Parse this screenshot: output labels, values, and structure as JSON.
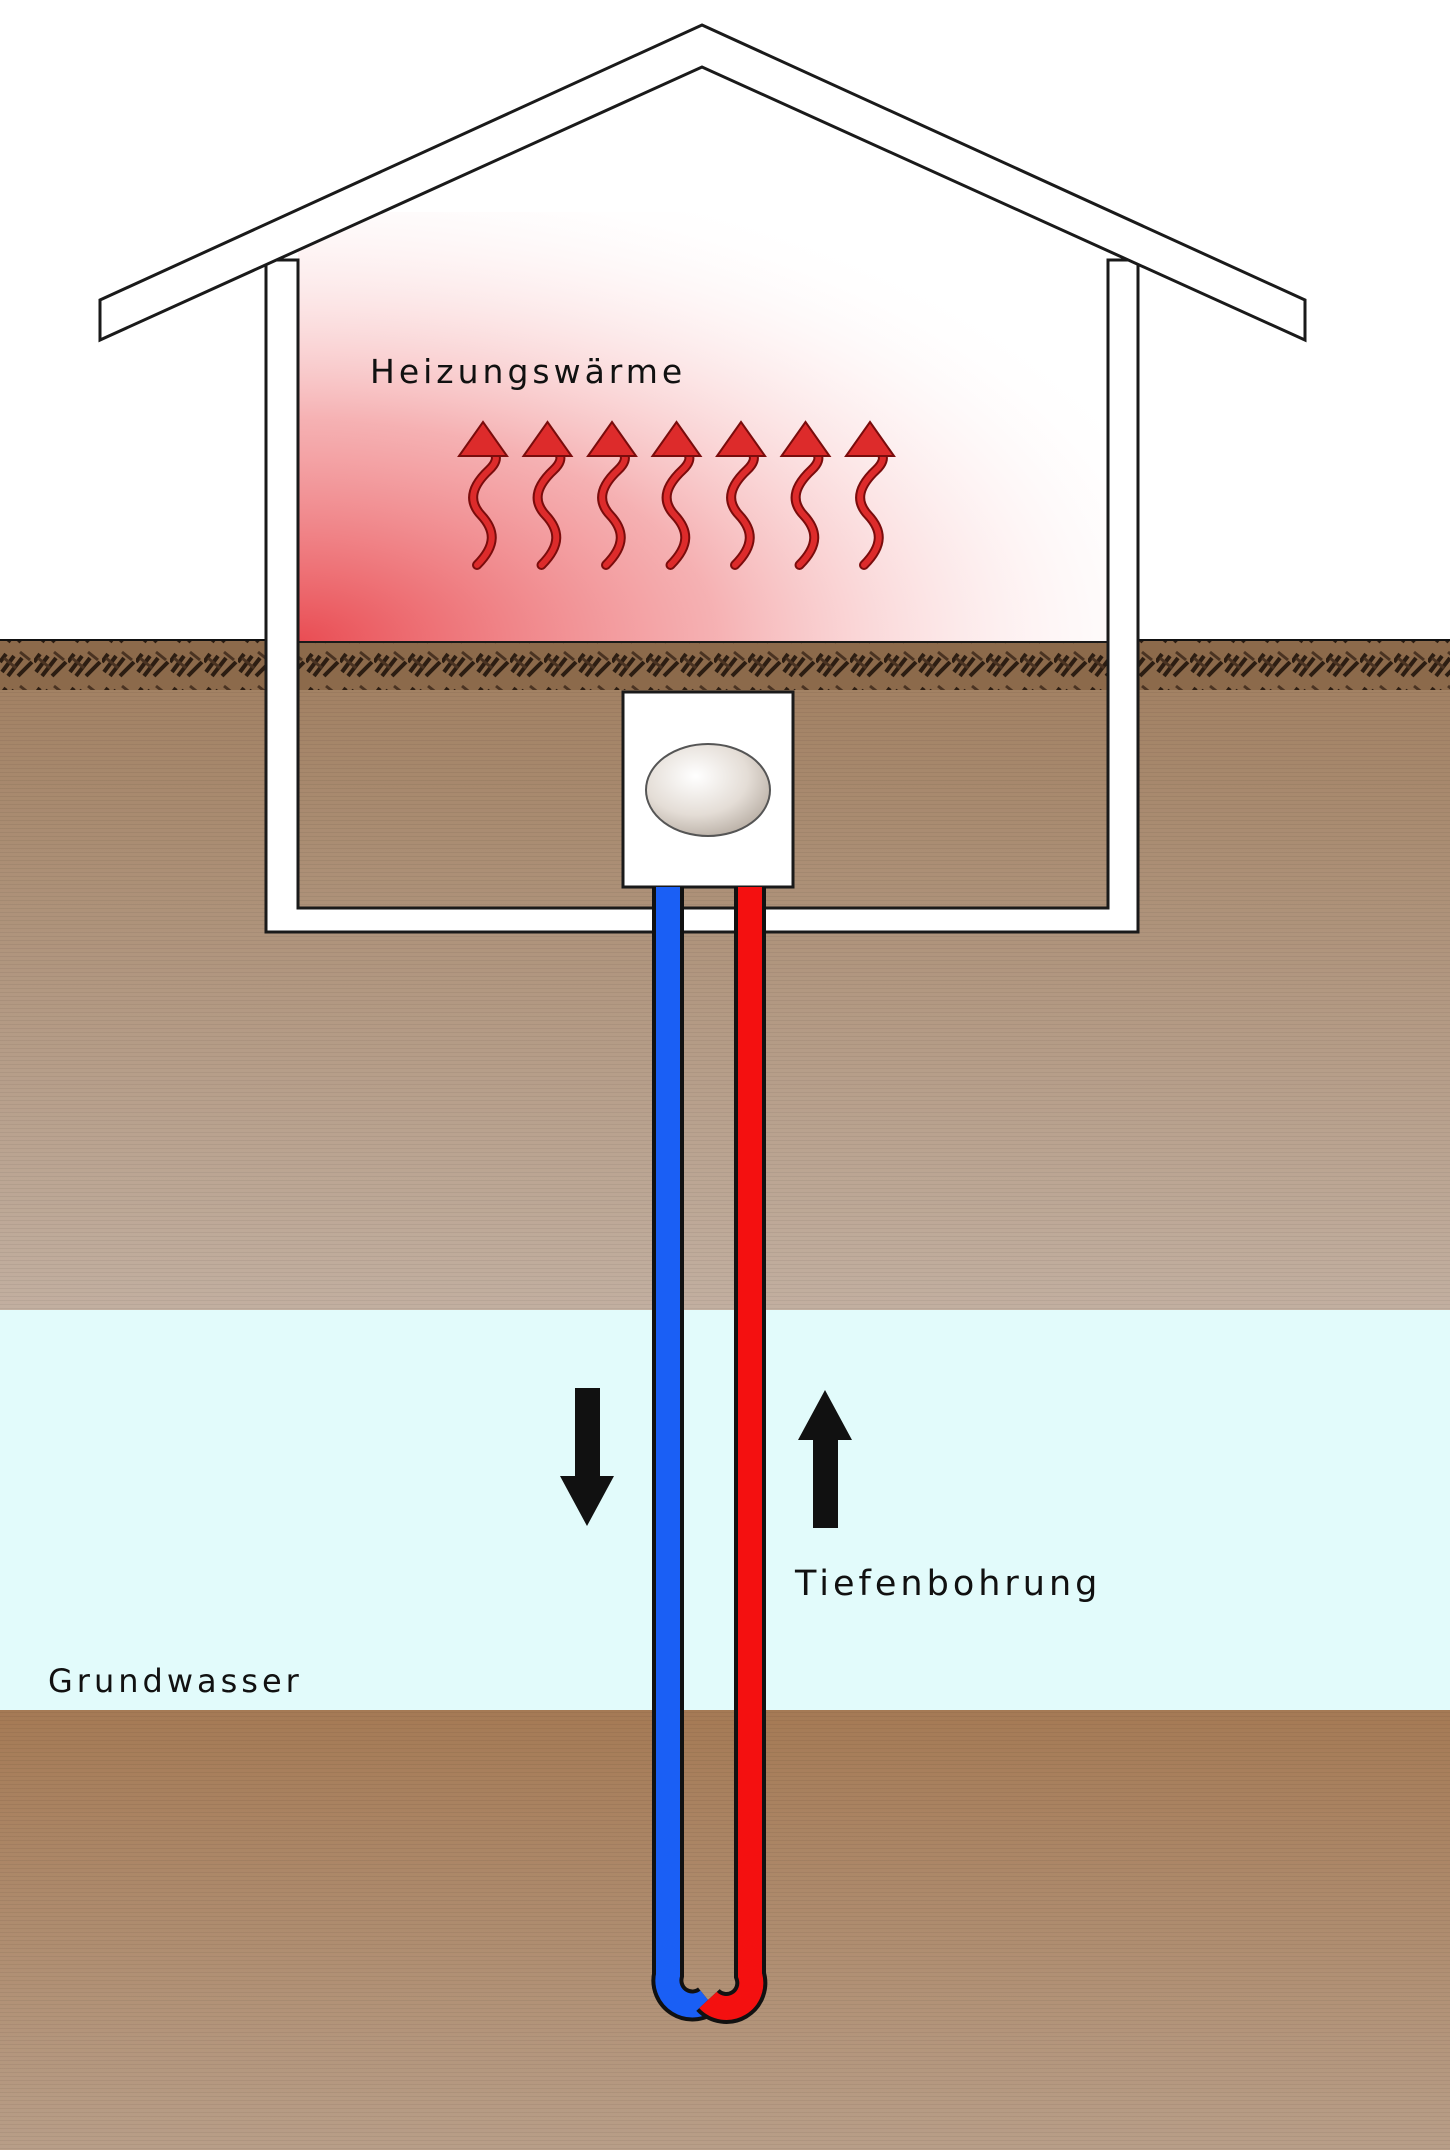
{
  "labels": {
    "heating_heat": "Heizungswärme",
    "deep_borehole": "Tiefenbohrung",
    "groundwater": "Grundwasser"
  },
  "colors": {
    "heat_glow": "#e8434a",
    "heat_arrow": "#dd2b2b",
    "pipe_cold": "#1a5ff5",
    "pipe_hot": "#f41010",
    "soil_top": "#a07e5f",
    "soil_light": "#c0ad9d",
    "groundwater": "#e2fbfb",
    "soil_bottom": "#a57a55",
    "soil_surface_dark": "#3d2b1d"
  },
  "icons": {
    "heat_arrows": "wavy-up-arrow",
    "flow_down": "arrow-down-icon",
    "flow_up": "arrow-up-icon",
    "heat_pump": "heat-pump-unit"
  },
  "heat_arrow_count": 7
}
